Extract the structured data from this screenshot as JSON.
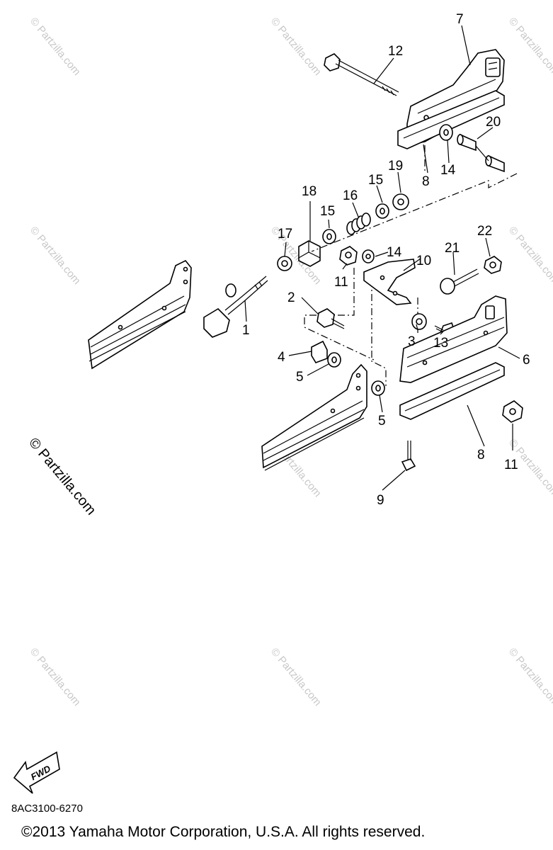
{
  "diagram": {
    "callouts": [
      {
        "id": "c12",
        "label": "12"
      },
      {
        "id": "c7",
        "label": "7"
      },
      {
        "id": "c20",
        "label": "20"
      },
      {
        "id": "c14a",
        "label": "14"
      },
      {
        "id": "c8a",
        "label": "8"
      },
      {
        "id": "c19",
        "label": "19"
      },
      {
        "id": "c15a",
        "label": "15"
      },
      {
        "id": "c16",
        "label": "16"
      },
      {
        "id": "c18",
        "label": "18"
      },
      {
        "id": "c15b",
        "label": "15"
      },
      {
        "id": "c17",
        "label": "17"
      },
      {
        "id": "c14b",
        "label": "14"
      },
      {
        "id": "c10",
        "label": "10"
      },
      {
        "id": "c11a",
        "label": "11"
      },
      {
        "id": "c21",
        "label": "21"
      },
      {
        "id": "c22",
        "label": "22"
      },
      {
        "id": "c2",
        "label": "2"
      },
      {
        "id": "c1",
        "label": "1"
      },
      {
        "id": "c3",
        "label": "3"
      },
      {
        "id": "c13",
        "label": "13"
      },
      {
        "id": "c6",
        "label": "6"
      },
      {
        "id": "c4",
        "label": "4"
      },
      {
        "id": "c5a",
        "label": "5"
      },
      {
        "id": "c5b",
        "label": "5"
      },
      {
        "id": "c8b",
        "label": "8"
      },
      {
        "id": "c11b",
        "label": "11"
      },
      {
        "id": "c9",
        "label": "9"
      }
    ],
    "fwd_label": "FWD",
    "watermark": "© Partzilla.com"
  },
  "footer": {
    "diagram_code": "8AC3100-6270",
    "copyright": "©2013  Yamaha Motor Corporation, U.S.A. All rights reserved."
  }
}
